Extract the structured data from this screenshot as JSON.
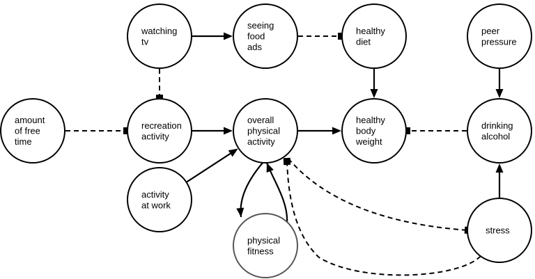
{
  "diagram": {
    "nodes": [
      {
        "id": "amount_free_time",
        "lines": [
          "amount",
          "of free",
          "time"
        ]
      },
      {
        "id": "watching_tv",
        "lines": [
          "watching",
          "tv"
        ]
      },
      {
        "id": "recreation_activity",
        "lines": [
          "recreation",
          "activity"
        ]
      },
      {
        "id": "activity_at_work",
        "lines": [
          "activity",
          "at work"
        ]
      },
      {
        "id": "seeing_food_ads",
        "lines": [
          "seeing",
          "food",
          "ads"
        ]
      },
      {
        "id": "overall_physical_activity",
        "lines": [
          "overall",
          "physical",
          "activity"
        ]
      },
      {
        "id": "physical_fitness",
        "lines": [
          "physical",
          "fitness"
        ]
      },
      {
        "id": "healthy_diet",
        "lines": [
          "healthy",
          "diet"
        ]
      },
      {
        "id": "healthy_body_weight",
        "lines": [
          "healthy",
          "body",
          "weight"
        ]
      },
      {
        "id": "peer_pressure",
        "lines": [
          "peer",
          "pressure"
        ]
      },
      {
        "id": "drinking_alcohol",
        "lines": [
          "drinking",
          "alcohol"
        ]
      },
      {
        "id": "stress",
        "lines": [
          "stress"
        ]
      }
    ],
    "edges": [
      {
        "from": "watching_tv",
        "to": "seeing_food_ads",
        "style": "solid",
        "head": "arrow"
      },
      {
        "from": "seeing_food_ads",
        "to": "healthy_diet",
        "style": "dashed",
        "head": "square"
      },
      {
        "from": "watching_tv",
        "to": "recreation_activity",
        "style": "dashed",
        "head": "square"
      },
      {
        "from": "amount_free_time",
        "to": "recreation_activity",
        "style": "dashed",
        "head": "square"
      },
      {
        "from": "recreation_activity",
        "to": "overall_physical_activity",
        "style": "solid",
        "head": "arrow"
      },
      {
        "from": "activity_at_work",
        "to": "overall_physical_activity",
        "style": "solid",
        "head": "arrow"
      },
      {
        "from": "overall_physical_activity",
        "to": "healthy_body_weight",
        "style": "solid",
        "head": "arrow"
      },
      {
        "from": "healthy_diet",
        "to": "healthy_body_weight",
        "style": "solid",
        "head": "arrow"
      },
      {
        "from": "drinking_alcohol",
        "to": "healthy_body_weight",
        "style": "dashed",
        "head": "square"
      },
      {
        "from": "peer_pressure",
        "to": "drinking_alcohol",
        "style": "solid",
        "head": "arrow"
      },
      {
        "from": "stress",
        "to": "drinking_alcohol",
        "style": "solid",
        "head": "arrow"
      },
      {
        "from": "overall_physical_activity",
        "to": "physical_fitness",
        "style": "solid",
        "head": "arrow"
      },
      {
        "from": "physical_fitness",
        "to": "overall_physical_activity",
        "style": "solid",
        "head": "arrow"
      },
      {
        "from": "overall_physical_activity",
        "to": "stress",
        "style": "dashed",
        "head": "square"
      },
      {
        "from": "stress",
        "to": "overall_physical_activity",
        "style": "dashed",
        "head": "square"
      }
    ]
  }
}
